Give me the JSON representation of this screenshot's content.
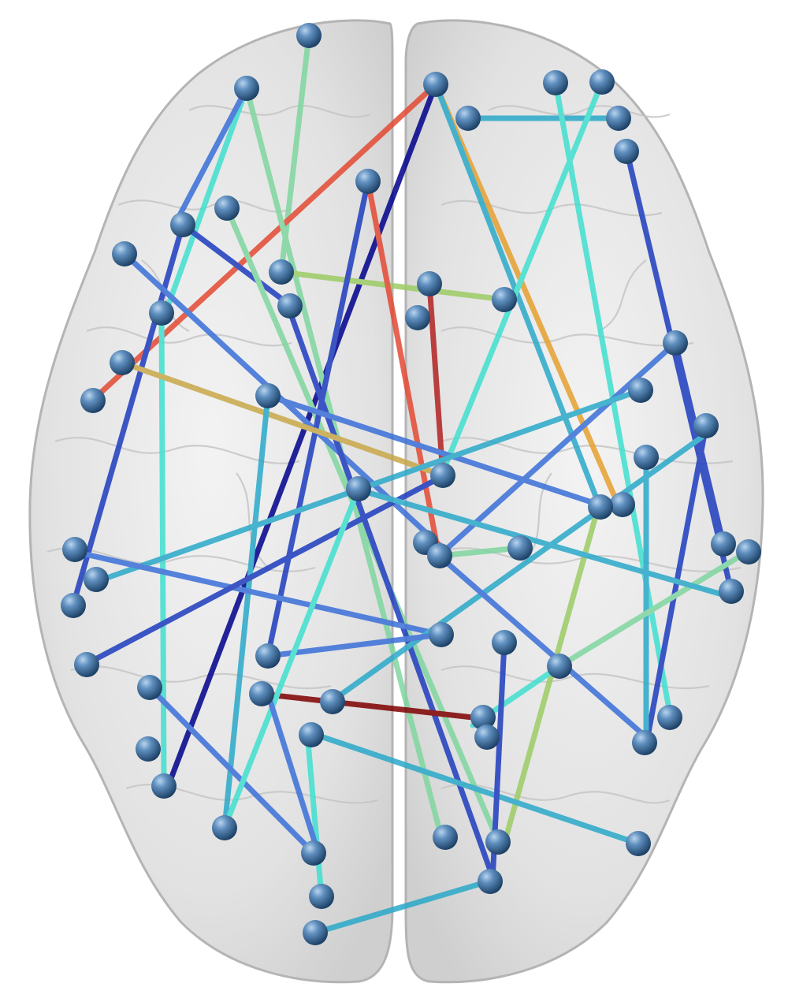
{
  "figure": {
    "kind": "brain connectivity rendering (axial view)",
    "background": "#ffffff",
    "colors": {
      "brain_fill": "#dcdcdc",
      "brain_edge": "#a8a8a8",
      "node": "#2e5a86",
      "node_highlight": "#9fc2e6",
      "edge_palette": [
        "#00008b",
        "#1e3cbe",
        "#3a6fd8",
        "#2aa9c9",
        "#40e0d0",
        "#7fd6a0",
        "#9ccc65",
        "#c8a84a",
        "#e6a030",
        "#e34a33",
        "#b22222",
        "#7f0000"
      ]
    },
    "node_count": 58,
    "edge_count": 48
  }
}
